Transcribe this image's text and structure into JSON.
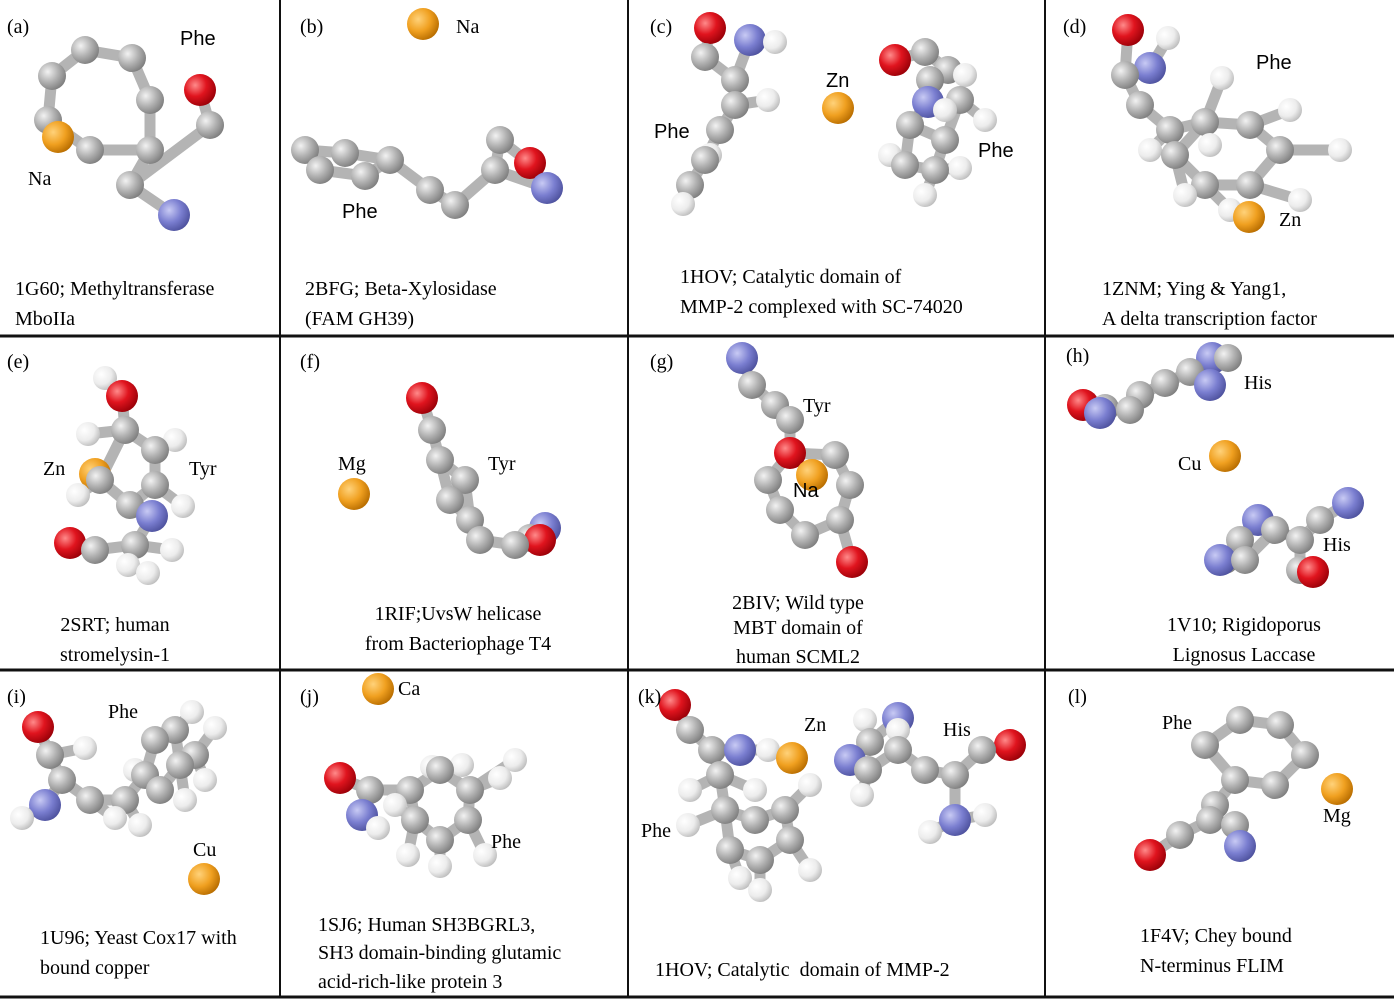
{
  "palette": {
    "carbon": "#a9a9a9",
    "oxygen": "#e0141e",
    "nitrogen": "#7a7ed0",
    "hydrogen": "#ececec",
    "metal": "#f0a020",
    "bond": "#b4b4b4",
    "grid": "#111111"
  },
  "panels": [
    {
      "letter": "(a)",
      "caption": [
        "1G60; Methyltransferase",
        "MboIIa"
      ],
      "labels": [
        {
          "text": "Phe",
          "font": "sans"
        },
        {
          "text": "Na",
          "font": "serif"
        }
      ]
    },
    {
      "letter": "(b)",
      "caption": [
        "2BFG; Beta-Xylosidase",
        "(FAM GH39)"
      ],
      "labels": [
        {
          "text": "Na",
          "font": "serif"
        },
        {
          "text": "Phe",
          "font": "sans"
        }
      ]
    },
    {
      "letter": "(c)",
      "caption": [
        "1HOV; Catalytic domain of",
        "MMP-2 complexed with SC-74020"
      ],
      "labels": [
        {
          "text": "Zn",
          "font": "sans"
        },
        {
          "text": "Phe",
          "font": "sans"
        },
        {
          "text": "Phe",
          "font": "sans"
        }
      ]
    },
    {
      "letter": "(d)",
      "caption": [
        "1ZNM; Ying & Yang1,",
        "A delta transcription factor"
      ],
      "labels": [
        {
          "text": "Phe",
          "font": "sans"
        },
        {
          "text": "Zn",
          "font": "serif"
        }
      ]
    },
    {
      "letter": "(e)",
      "caption": [
        "2SRT; human",
        "stromelysin-1"
      ],
      "labels": [
        {
          "text": "Zn",
          "font": "serif"
        },
        {
          "text": "Tyr",
          "font": "serif"
        }
      ]
    },
    {
      "letter": "(f)",
      "caption": [
        "1RIF;UvsW helicase",
        "from Bacteriophage T4"
      ],
      "labels": [
        {
          "text": "Mg",
          "font": "serif"
        },
        {
          "text": "Tyr",
          "font": "serif"
        }
      ]
    },
    {
      "letter": "(g)",
      "caption": [
        "2BIV; Wild type",
        "MBT domain of",
        "human SCML2"
      ],
      "labels": [
        {
          "text": "Tyr",
          "font": "serif"
        },
        {
          "text": "Na",
          "font": "sans"
        }
      ]
    },
    {
      "letter": "(h)",
      "caption": [
        "1V10; Rigidoporus",
        "Lignosus Laccase"
      ],
      "labels": [
        {
          "text": "His",
          "font": "serif"
        },
        {
          "text": "Cu",
          "font": "serif"
        },
        {
          "text": "His",
          "font": "serif"
        }
      ]
    },
    {
      "letter": "(i)",
      "caption": [
        "1U96; Yeast Cox17 with",
        "bound copper"
      ],
      "labels": [
        {
          "text": "Phe",
          "font": "serif"
        },
        {
          "text": "Cu",
          "font": "serif"
        }
      ]
    },
    {
      "letter": "(j)",
      "caption": [
        "1SJ6; Human SH3BGRL3,",
        "SH3 domain-binding glutamic",
        "acid-rich-like protein 3"
      ],
      "labels": [
        {
          "text": "Ca",
          "font": "serif"
        },
        {
          "text": "Phe",
          "font": "serif"
        }
      ]
    },
    {
      "letter": "(k)",
      "caption": [
        "1HOV; Catalytic  domain of MMP-2"
      ],
      "labels": [
        {
          "text": "Zn",
          "font": "serif"
        },
        {
          "text": "His",
          "font": "serif"
        },
        {
          "text": "Phe",
          "font": "serif"
        }
      ]
    },
    {
      "letter": "(l)",
      "caption": [
        "1F4V; Chey bound",
        "N-terminus FLIM"
      ],
      "labels": [
        {
          "text": "Phe",
          "font": "serif"
        },
        {
          "text": "Mg",
          "font": "serif"
        }
      ]
    }
  ]
}
